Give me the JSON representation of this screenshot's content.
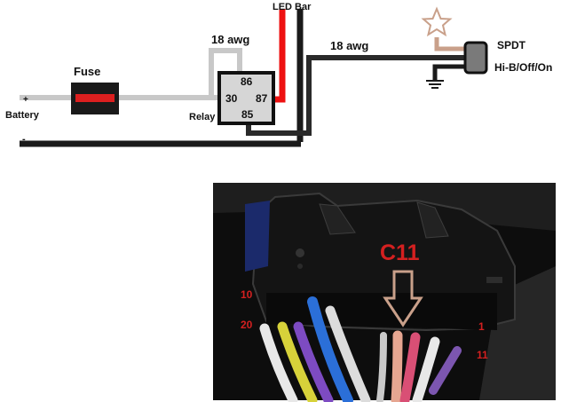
{
  "labels": {
    "led_bar": "LED Bar",
    "wire_gauge_relay": "18 awg",
    "wire_gauge_switch": "18 awg",
    "fuse": "Fuse",
    "switch_type": "SPDT",
    "switch_positions": "Hi-B/Off/On",
    "battery": "Battery",
    "battery_positive": "+",
    "battery_negative": "-",
    "relay": "Relay"
  },
  "relay_pins": {
    "pin_86": "86",
    "pin_30": "30",
    "pin_87": "87",
    "pin_85": "85"
  },
  "photo": {
    "connector_name": "C11",
    "pin_10": "10",
    "pin_20": "20",
    "pin_1": "1",
    "pin_11": "11"
  },
  "colors": {
    "positive_wire": "#c8c8c8",
    "ground_wire": "#1a1a1a",
    "led_power_wire": "#ee1111",
    "switch_lead": "#c9a08a",
    "fuse_element": "#dd1f1f",
    "photo_label": "#d42020"
  }
}
